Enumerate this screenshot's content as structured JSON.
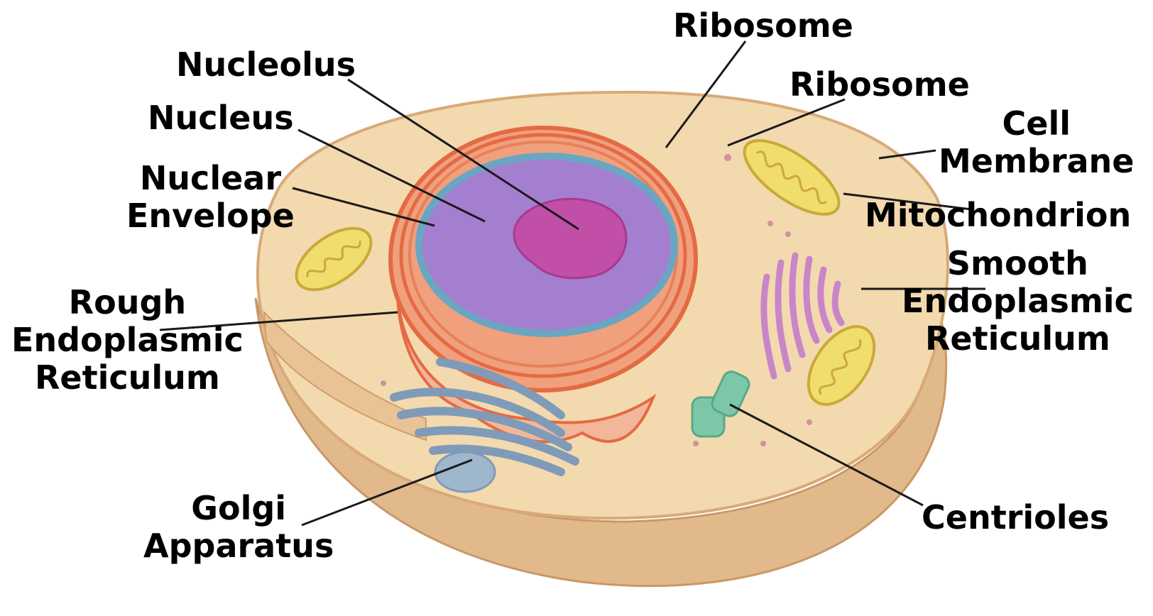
{
  "labels": {
    "ribosome_top": "Ribosome",
    "nucleolus": "Nucleolus",
    "ribosome_right": "Ribosome",
    "nucleus": "Nucleus",
    "cell_membrane": {
      "line1": "Cell",
      "line2": "Membrane"
    },
    "nuclear_envelope": {
      "line1": "Nuclear",
      "line2": "Envelope"
    },
    "mitochondrion": "Mitochondrion",
    "smooth_er": {
      "line1": "Smooth",
      "line2": "Endoplasmic",
      "line3": "Reticulum"
    },
    "rough_er": {
      "line1": "Rough",
      "line2": "Endoplasmic",
      "line3": "Reticulum"
    },
    "golgi": {
      "line1": "Golgi",
      "line2": "Apparatus"
    },
    "centrioles": "Centrioles"
  },
  "colors": {
    "cytoplasm": "#f3d9ae",
    "membrane": "#d8aa78",
    "rough_er": "#e46a44",
    "nucleus": "#a57fcf",
    "nuclear_rim": "#6aa6c2",
    "nucleolus": "#c14fa8",
    "mitochondrion": "#f1dd6b",
    "smooth_er": "#c886c8",
    "golgi": "#7f9bb8",
    "centrioles": "#7cc7a8",
    "leader_line": "#1a1a1a"
  }
}
